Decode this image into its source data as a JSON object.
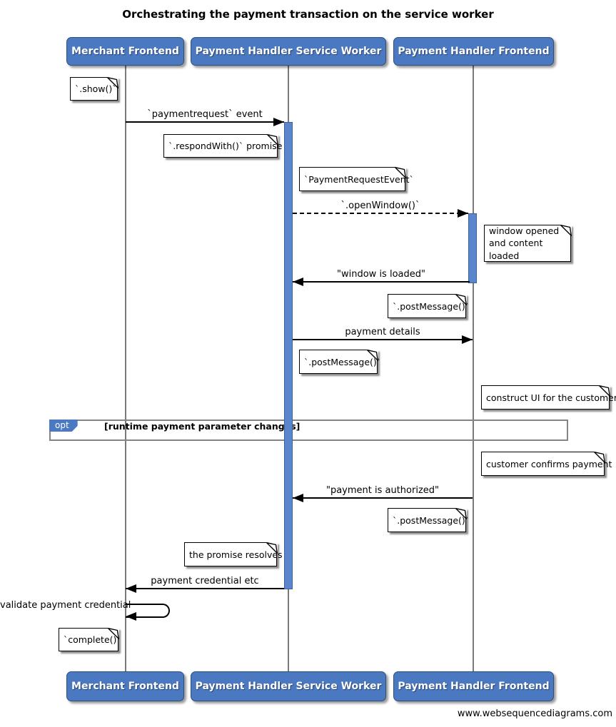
{
  "title": "Orchestrating the payment transaction on the service worker",
  "footer": "www.websequencediagrams.com",
  "actors": [
    {
      "label": "Merchant Frontend"
    },
    {
      "label": "Payment Handler Service Worker"
    },
    {
      "label": "Payment Handler Frontend"
    }
  ],
  "messages": [
    {
      "label": "`paymentrequest` event",
      "from": "Merchant Frontend",
      "to": "Payment Handler Service Worker",
      "style": "solid"
    },
    {
      "label": "`.openWindow()`",
      "from": "Payment Handler Service Worker",
      "to": "Payment Handler Frontend",
      "style": "dashed"
    },
    {
      "label": "\"window is loaded\"",
      "from": "Payment Handler Frontend",
      "to": "Payment Handler Service Worker",
      "style": "solid"
    },
    {
      "label": "payment details",
      "from": "Payment Handler Service Worker",
      "to": "Payment Handler Frontend",
      "style": "solid"
    },
    {
      "label": "\"payment is authorized\"",
      "from": "Payment Handler Frontend",
      "to": "Payment Handler Service Worker",
      "style": "solid"
    },
    {
      "label": "payment credential etc",
      "from": "Payment Handler Service Worker",
      "to": "Merchant Frontend",
      "style": "solid"
    },
    {
      "label": "validate payment credential",
      "from": "Merchant Frontend",
      "to": "Merchant Frontend",
      "style": "self"
    }
  ],
  "notes": [
    {
      "text": "`.show()`"
    },
    {
      "text": "`.respondWith()` promise"
    },
    {
      "text": "`PaymentRequestEvent`"
    },
    {
      "text": "window opened and content loaded"
    },
    {
      "text": "`.postMessage()`"
    },
    {
      "text": "`.postMessage()`"
    },
    {
      "text": "construct UI for the customer"
    },
    {
      "text": "customer confirms payment"
    },
    {
      "text": "`.postMessage()`"
    },
    {
      "text": "the promise resolves"
    },
    {
      "text": "`complete()`"
    }
  ],
  "fragment": {
    "operator": "opt",
    "condition": "[runtime payment parameter changes]"
  },
  "colors": {
    "actor_fill": "#4b79c1",
    "actor_border": "#2f4f79",
    "activation_fill": "#5b86cc",
    "activation_border": "#3d619c",
    "fragment_tab_fill": "#4b79c1",
    "frame_border": "#848484",
    "lifeline": "#7a7a7a"
  }
}
